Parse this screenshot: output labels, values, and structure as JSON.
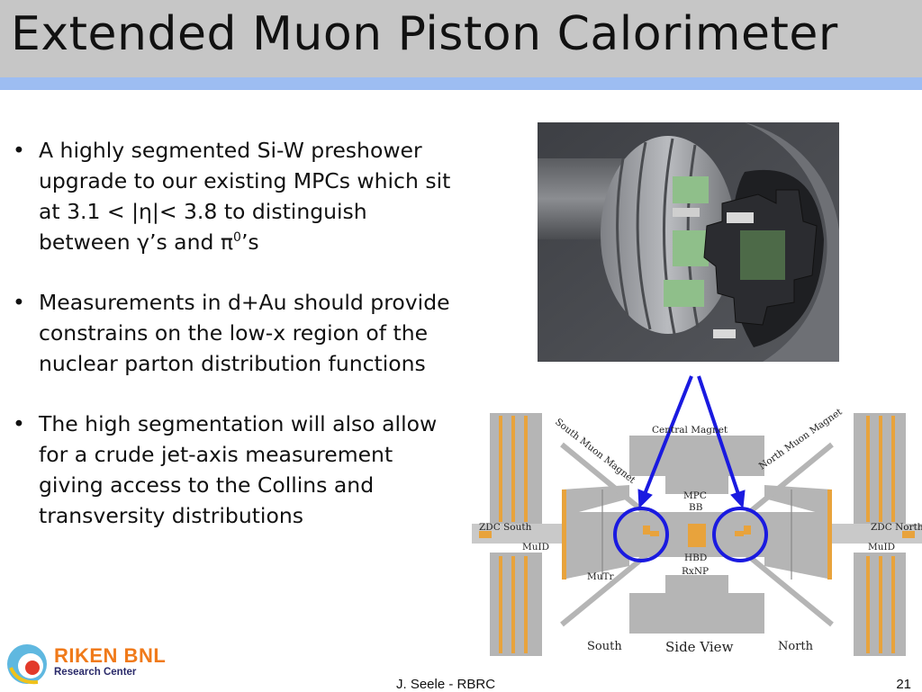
{
  "slide": {
    "title": "Extended Muon Piston Calorimeter",
    "bullets": [
      {
        "text_before": "A highly segmented Si-W preshower upgrade to our existing MPCs which sit at 3.1 < |η|< 3.8 to distinguish between γ’s and π",
        "sup": "0",
        "text_after": "’s"
      },
      {
        "text": "Measurements in d+Au should provide constrains on the low-x region of the nuclear parton distribution functions"
      },
      {
        "text": "The high segmentation will also allow for a crude jet-axis measurement giving access to the Collins and transversity distributions"
      }
    ],
    "bullet_symbol": "•"
  },
  "diagram": {
    "labels": {
      "south_muon_magnet": "South Muon Magnet",
      "central_magnet": "Central Magnet",
      "north_muon_magnet": "North Muon Magnet",
      "mpc": "MPC",
      "bb": "BB",
      "zdc_south": "ZDC South",
      "zdc_north": "ZDC North",
      "muid_left": "MuID",
      "muid_right": "MuID",
      "hbd": "HBD",
      "rxnp": "RxNP",
      "mutr": "MuTr",
      "south": "South",
      "side_view": "Side View",
      "north": "North"
    },
    "colors": {
      "structure": "#b5b5b5",
      "detector": "#e8a33c",
      "highlight": "#1a1ae0"
    }
  },
  "footer": {
    "logo_name": "RIKEN BNL",
    "logo_sub": "Research Center",
    "author": "J. Seele - RBRC",
    "page": "21"
  }
}
